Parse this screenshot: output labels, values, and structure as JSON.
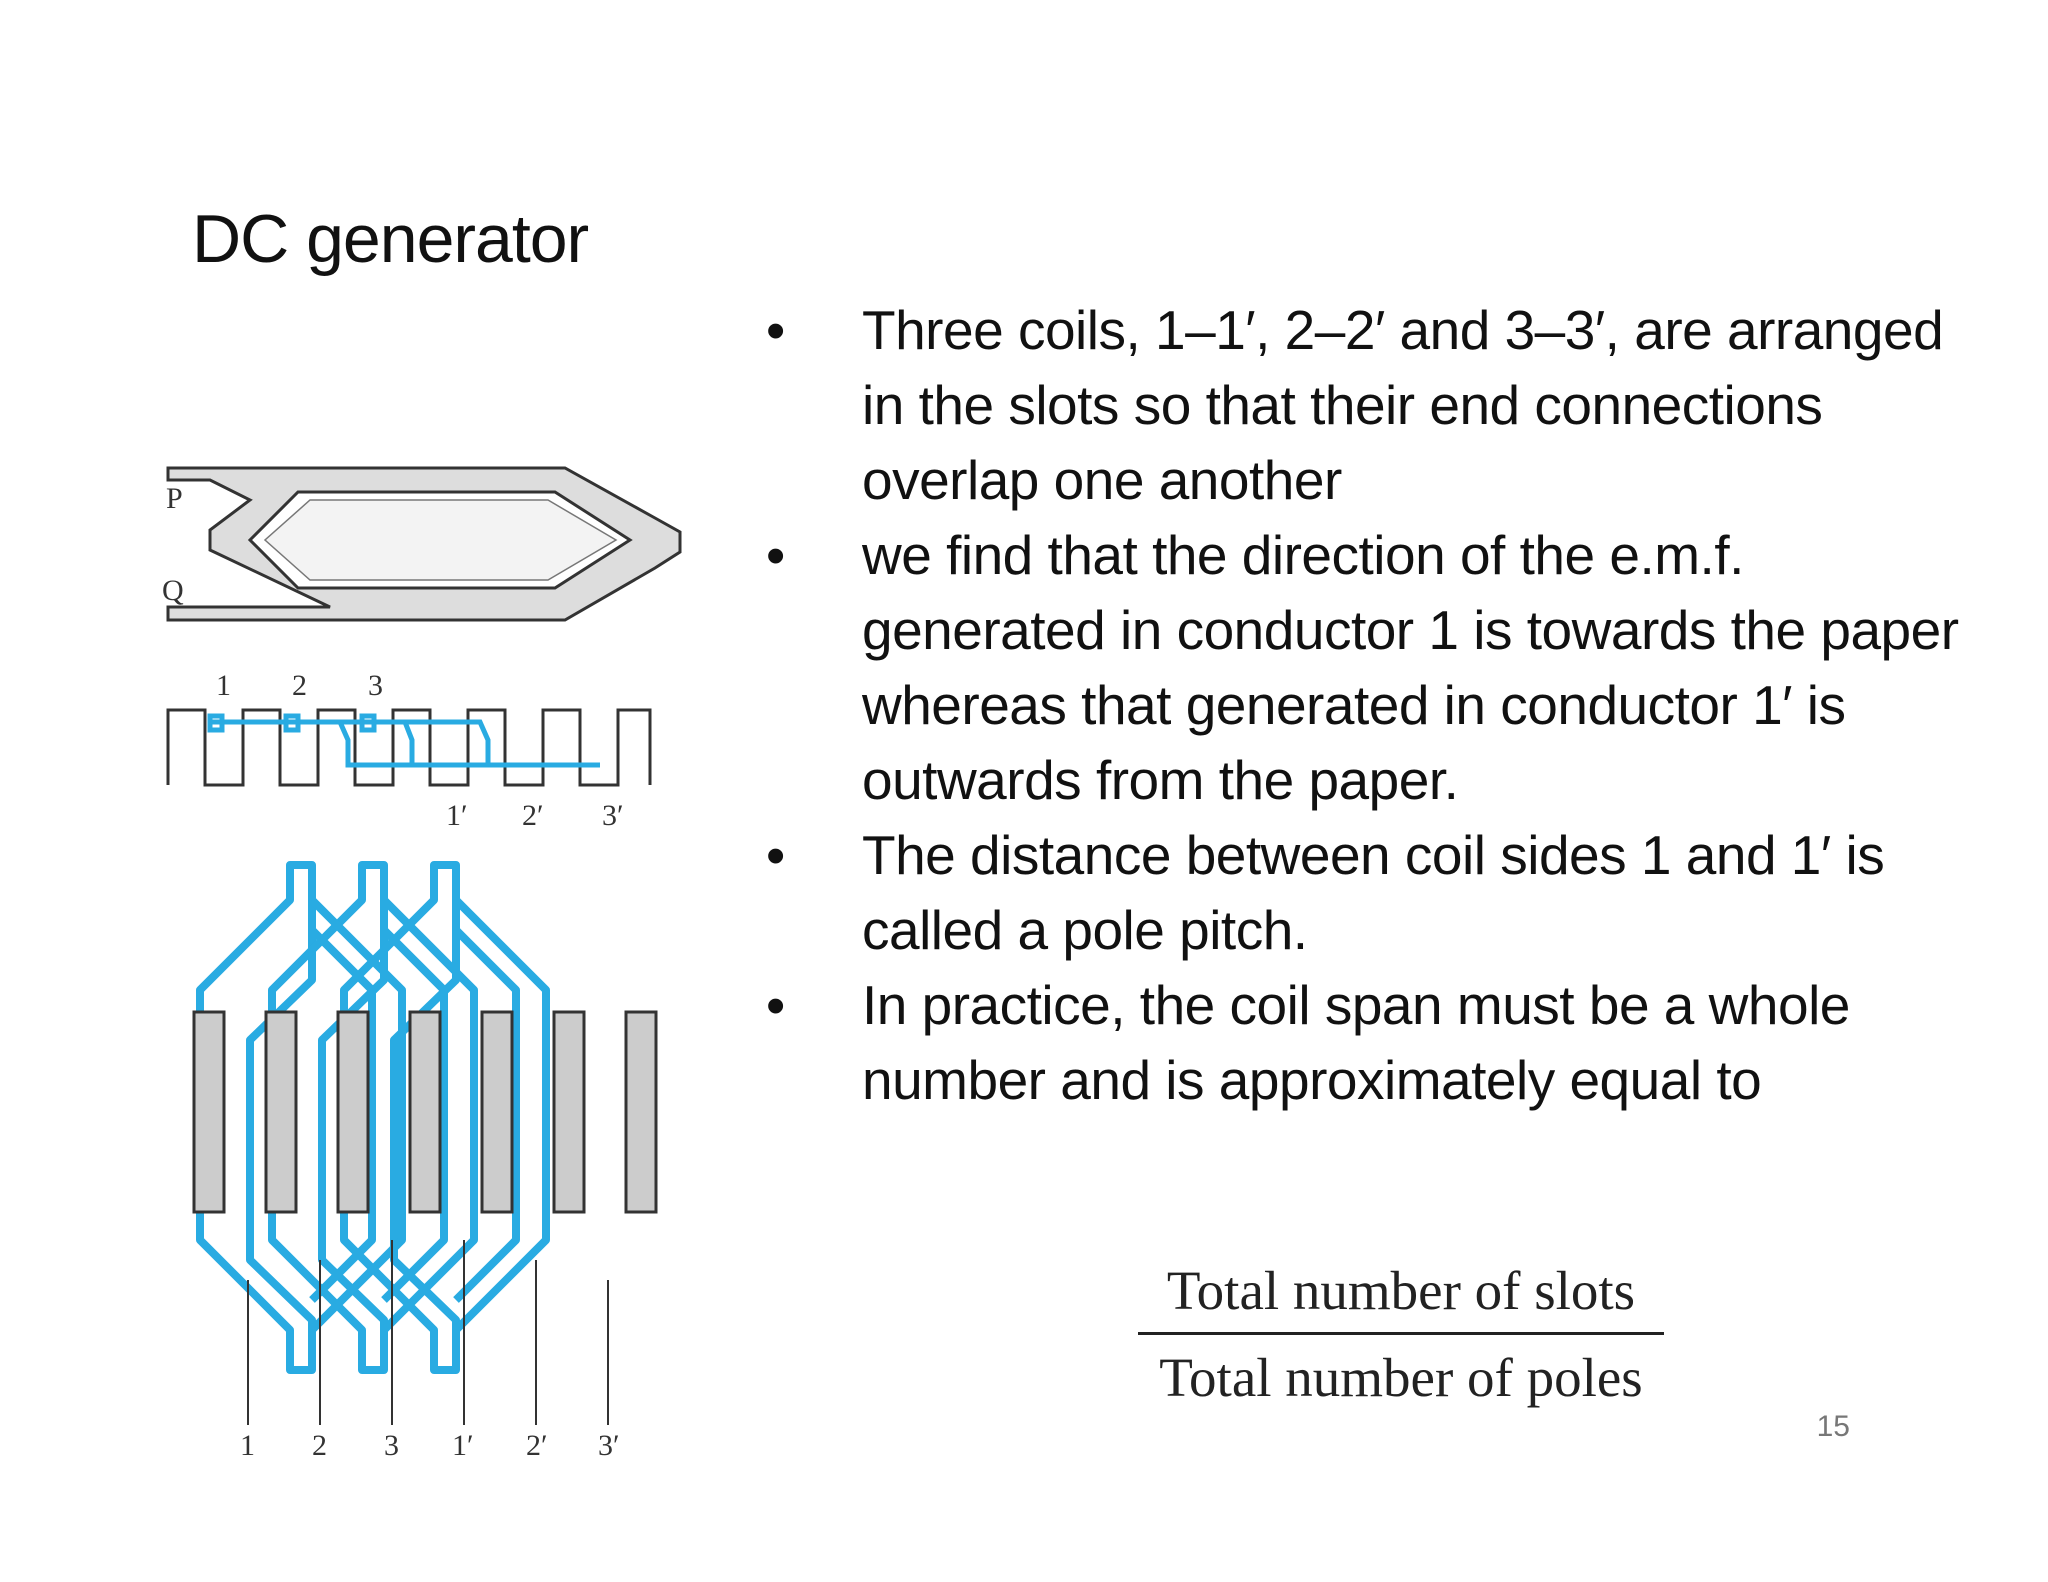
{
  "slide": {
    "title": "DC generator",
    "bullets": [
      "Three coils, 1–1′, 2–2′ and 3–3′, are arranged in the slots so that their end connections overlap one another",
      "we find that the direction of the e.m.f. generated in conductor 1 is towards the paper whereas that generated in conductor 1′ is outwards from the paper.",
      "The distance between coil sides 1 and 1′ is called a pole pitch.",
      "In practice, the coil span must be a whole number and is approximately equal to"
    ],
    "bullet_symbol": "•",
    "formula": {
      "numerator": "Total number of slots",
      "denominator": "Total number of poles"
    },
    "page_number": "15"
  },
  "figure": {
    "coil_labels": {
      "p": "P",
      "q": "Q"
    },
    "slot_labels_top": [
      "1",
      "2",
      "3"
    ],
    "slot_labels_bottom": [
      "1′",
      "2′",
      "3′"
    ],
    "conductor_labels": [
      "1",
      "2",
      "3",
      "1′",
      "2′",
      "3′"
    ],
    "colors": {
      "coil": "#29abe2",
      "outline": "#333333",
      "fill": "#cccccc"
    }
  }
}
